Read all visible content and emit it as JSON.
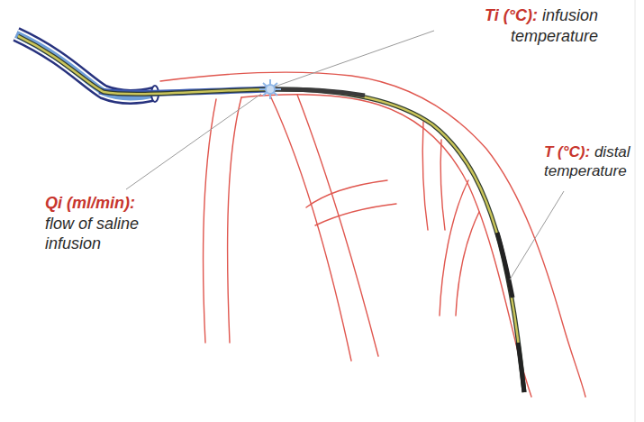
{
  "diagram": {
    "labels": [
      "Ti (°C):",
      "infusion temperature",
      "Qi (ml/min):",
      "flow of saline infusion",
      "T (°C):",
      "distal temperature"
    ]
  }
}
